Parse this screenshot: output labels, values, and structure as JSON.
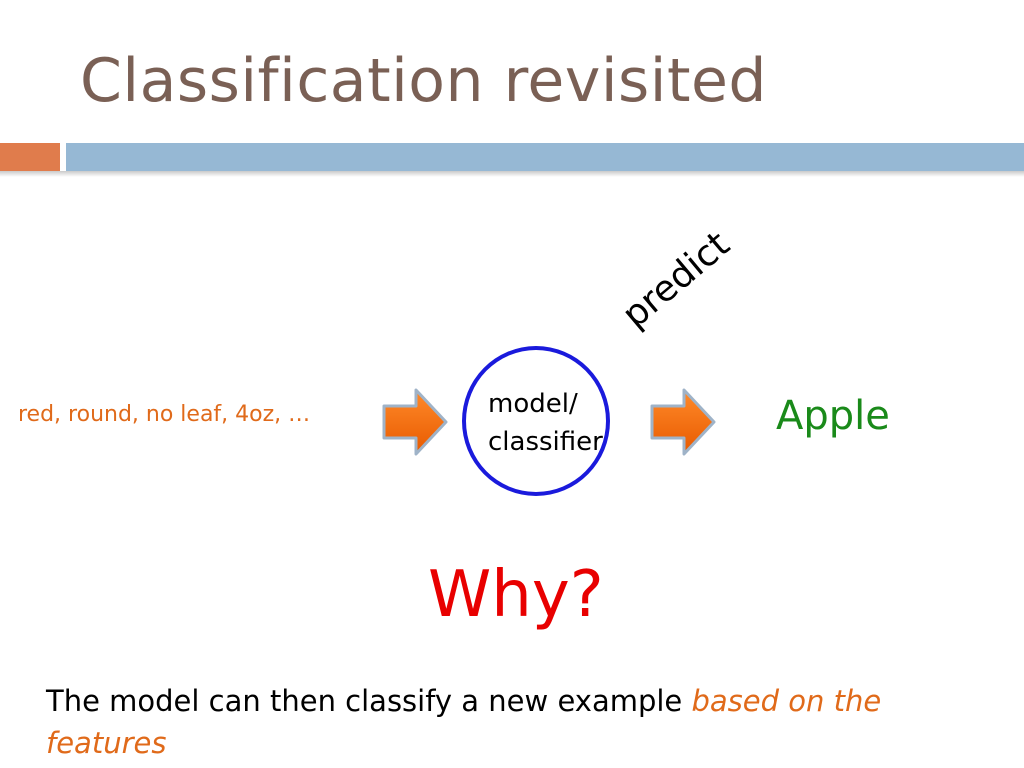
{
  "slide": {
    "title": "Classification revisited"
  },
  "diagram": {
    "input_features": "red, round, no leaf, 4oz, …",
    "model_line1": "model/",
    "model_line2": "classifier",
    "predict_label": "predict",
    "output_label": "Apple",
    "question": "Why?"
  },
  "bullet": {
    "text_plain": "The model can then classify a new example ",
    "text_emphasis": "based on the features"
  },
  "colors": {
    "title": "#7a6055",
    "accent_bar": "#e07c4c",
    "main_bar": "#96b8d4",
    "features_text": "#e06a1a",
    "arrow_fill": "#f26a10",
    "model_circle": "#1a1adc",
    "output_text": "#1a8a1a",
    "question_text": "#e80000",
    "emphasis_text": "#e06a1a"
  }
}
